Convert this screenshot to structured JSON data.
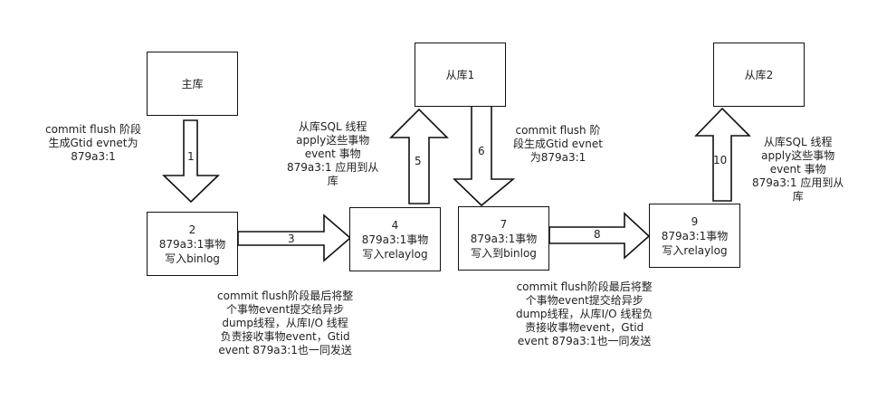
{
  "boxes": {
    "master": {
      "lines": [
        "主库"
      ]
    },
    "slave1": {
      "lines": [
        "从库1"
      ]
    },
    "slave2": {
      "lines": [
        "从库2"
      ]
    },
    "b2": {
      "lines": [
        "2",
        "879a3:1事物",
        "写入binlog"
      ]
    },
    "b4": {
      "lines": [
        "4",
        "879a3:1事物",
        "写入relaylog"
      ]
    },
    "b7": {
      "lines": [
        "7",
        "879a3:1事物",
        "写入到binlog"
      ]
    },
    "b9": {
      "lines": [
        "9",
        "879a3:1事物",
        "写入relaylog"
      ]
    }
  },
  "arrows": {
    "a1": "1",
    "a3": "3",
    "a5": "5",
    "a6": "6",
    "a8": "8",
    "a10": "10"
  },
  "notes": {
    "n1": [
      "commit flush 阶段",
      "生成Gtid evnet为",
      "879a3:1"
    ],
    "n5": [
      "从库SQL 线程",
      "apply这些事物",
      "event 事物",
      "879a3:1 应用到从",
      "库"
    ],
    "n6": [
      "commit flush 阶",
      "段生成Gtid evnet",
      "为879a3:1"
    ],
    "n10": [
      "从库SQL 线程",
      "apply这些事物",
      "event 事物",
      "879a3:1 应用到从",
      "库"
    ],
    "n3": [
      "commit flush阶段最后将整",
      "个事物event提交给异步",
      "dump线程，从库I/O 线程",
      "负责接收事物event，Gtid",
      "event 879a3:1也一同发送"
    ],
    "n8": [
      "commit flush阶段最后将整",
      "个事物event提交给异步",
      "dump线程，从库I/O 线程负",
      "责接收事物event，Gtid",
      "event 879a3:1也一同发送"
    ]
  }
}
